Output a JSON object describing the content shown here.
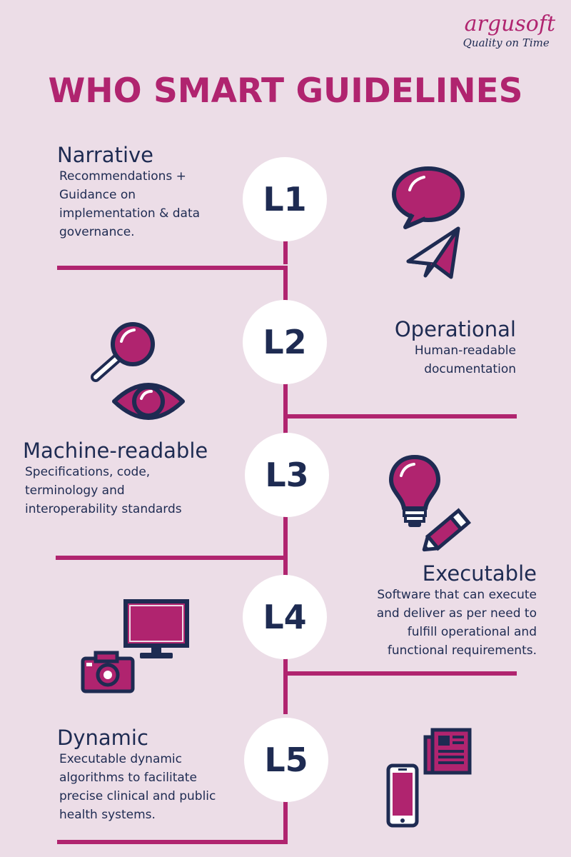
{
  "brand": {
    "name": "argusoft",
    "tagline": "Quality on Time"
  },
  "title": "WHO SMART GUIDELINES",
  "colors": {
    "background": "#ecdde7",
    "accent": "#b0246f",
    "navy": "#1e2b52",
    "circle": "#ffffff"
  },
  "levels": [
    {
      "label": "L1",
      "heading": "Narrative",
      "description": [
        "Recommendations  +",
        "Guidance on",
        "implementation & data",
        "governance."
      ],
      "icons": [
        "speech-bubble-icon",
        "paper-plane-icon"
      ]
    },
    {
      "label": "L2",
      "heading": "Operational",
      "description": [
        "Human-readable",
        "documentation"
      ],
      "icons": [
        "magnifier-icon",
        "eye-icon"
      ]
    },
    {
      "label": "L3",
      "heading": "Machine-readable",
      "description": [
        "Specifications, code,",
        "terminology and",
        "interoperability standards"
      ],
      "icons": [
        "lightbulb-icon",
        "pencil-icon"
      ]
    },
    {
      "label": "L4",
      "heading": "Executable",
      "description": [
        "Software that can execute",
        "and deliver as per need to",
        "fulfill operational and",
        "functional requirements."
      ],
      "icons": [
        "monitor-icon",
        "camera-icon"
      ]
    },
    {
      "label": "L5",
      "heading": "Dynamic",
      "description": [
        "Executable dynamic",
        "algorithms to facilitate",
        "precise clinical and public",
        "health systems."
      ],
      "icons": [
        "newspaper-icon",
        "smartphone-icon"
      ]
    }
  ]
}
